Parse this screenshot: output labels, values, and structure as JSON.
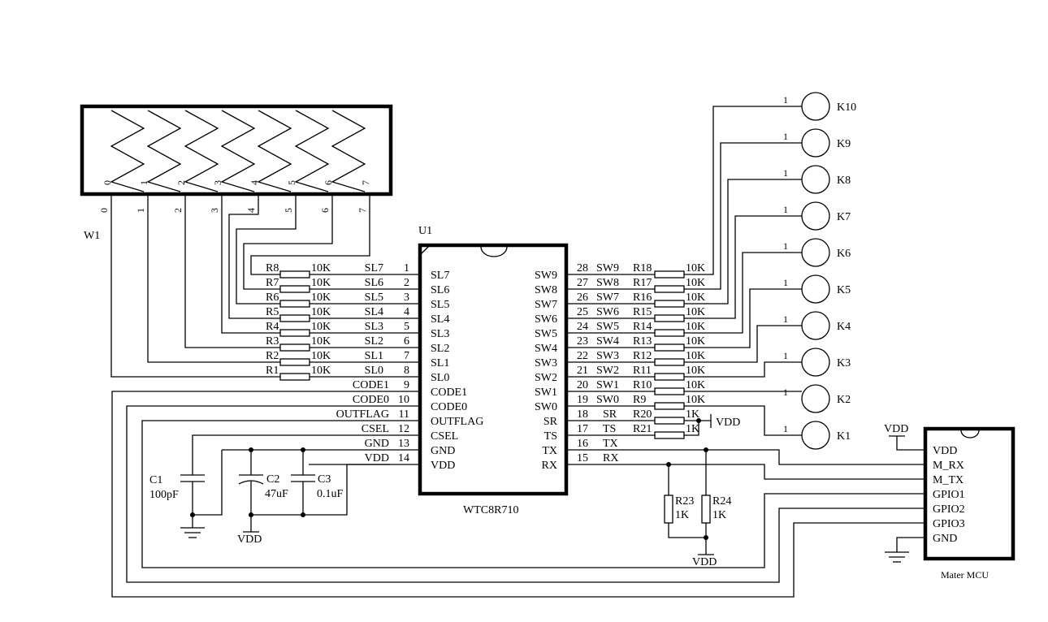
{
  "w1": {
    "ref": "W1",
    "pad_labels": [
      "0",
      "1",
      "2",
      "3",
      "4",
      "5",
      "6",
      "7"
    ]
  },
  "u1": {
    "ref": "U1",
    "part": "WTC8R710",
    "left_pins": [
      {
        "num": "1",
        "name": "SL7",
        "net": "SL7"
      },
      {
        "num": "2",
        "name": "SL6",
        "net": "SL6"
      },
      {
        "num": "3",
        "name": "SL5",
        "net": "SL5"
      },
      {
        "num": "4",
        "name": "SL4",
        "net": "SL4"
      },
      {
        "num": "5",
        "name": "SL3",
        "net": "SL3"
      },
      {
        "num": "6",
        "name": "SL2",
        "net": "SL2"
      },
      {
        "num": "7",
        "name": "SL1",
        "net": "SL1"
      },
      {
        "num": "8",
        "name": "SL0",
        "net": "SL0"
      },
      {
        "num": "9",
        "name": "CODE1",
        "net": "CODE1"
      },
      {
        "num": "10",
        "name": "CODE0",
        "net": "CODE0"
      },
      {
        "num": "11",
        "name": "OUTFLAG",
        "net": "OUTFLAG"
      },
      {
        "num": "12",
        "name": "CSEL",
        "net": "CSEL"
      },
      {
        "num": "13",
        "name": "GND",
        "net": "GND"
      },
      {
        "num": "14",
        "name": "VDD",
        "net": "VDD"
      }
    ],
    "right_pins": [
      {
        "num": "28",
        "name": "SW9",
        "net": "SW9"
      },
      {
        "num": "27",
        "name": "SW8",
        "net": "SW8"
      },
      {
        "num": "26",
        "name": "SW7",
        "net": "SW7"
      },
      {
        "num": "25",
        "name": "SW6",
        "net": "SW6"
      },
      {
        "num": "24",
        "name": "SW5",
        "net": "SW5"
      },
      {
        "num": "23",
        "name": "SW4",
        "net": "SW4"
      },
      {
        "num": "22",
        "name": "SW3",
        "net": "SW3"
      },
      {
        "num": "21",
        "name": "SW2",
        "net": "SW2"
      },
      {
        "num": "20",
        "name": "SW1",
        "net": "SW1"
      },
      {
        "num": "19",
        "name": "SW0",
        "net": "SW0"
      },
      {
        "num": "18",
        "name": "SR",
        "net": "SR"
      },
      {
        "num": "17",
        "name": "TS",
        "net": "TS"
      },
      {
        "num": "16",
        "name": "TX",
        "net": "TX"
      },
      {
        "num": "15",
        "name": "RX",
        "net": "RX"
      }
    ]
  },
  "left_resistors": [
    {
      "ref": "R8",
      "value": "10K"
    },
    {
      "ref": "R7",
      "value": "10K"
    },
    {
      "ref": "R6",
      "value": "10K"
    },
    {
      "ref": "R5",
      "value": "10K"
    },
    {
      "ref": "R4",
      "value": "10K"
    },
    {
      "ref": "R3",
      "value": "10K"
    },
    {
      "ref": "R2",
      "value": "10K"
    },
    {
      "ref": "R1",
      "value": "10K"
    }
  ],
  "right_resistors": [
    {
      "ref": "R18",
      "value": "10K"
    },
    {
      "ref": "R17",
      "value": "10K"
    },
    {
      "ref": "R16",
      "value": "10K"
    },
    {
      "ref": "R15",
      "value": "10K"
    },
    {
      "ref": "R14",
      "value": "10K"
    },
    {
      "ref": "R13",
      "value": "10K"
    },
    {
      "ref": "R12",
      "value": "10K"
    },
    {
      "ref": "R11",
      "value": "10K"
    },
    {
      "ref": "R10",
      "value": "10K"
    },
    {
      "ref": "R9",
      "value": "10K"
    },
    {
      "ref": "R20",
      "value": "1K"
    },
    {
      "ref": "R21",
      "value": "1K"
    }
  ],
  "keys": [
    {
      "ref": "K10",
      "pin": "1"
    },
    {
      "ref": "K9",
      "pin": "1"
    },
    {
      "ref": "K8",
      "pin": "1"
    },
    {
      "ref": "K7",
      "pin": "1"
    },
    {
      "ref": "K6",
      "pin": "1"
    },
    {
      "ref": "K5",
      "pin": "1"
    },
    {
      "ref": "K4",
      "pin": "1"
    },
    {
      "ref": "K3",
      "pin": "1"
    },
    {
      "ref": "K2",
      "pin": "1"
    },
    {
      "ref": "K1",
      "pin": "1"
    }
  ],
  "capacitors": [
    {
      "ref": "C1",
      "value": "100pF"
    },
    {
      "ref": "C2",
      "value": "47uF"
    },
    {
      "ref": "C3",
      "value": "0.1uF"
    }
  ],
  "pullups": [
    {
      "ref": "R23",
      "value": "1K"
    },
    {
      "ref": "R24",
      "value": "1K"
    }
  ],
  "power": {
    "vdd": "VDD"
  },
  "mcu": {
    "title": "Mater MCU",
    "pins": [
      "VDD",
      "M_RX",
      "M_TX",
      "GPIO1",
      "GPIO2",
      "GPIO3",
      "GND"
    ]
  }
}
